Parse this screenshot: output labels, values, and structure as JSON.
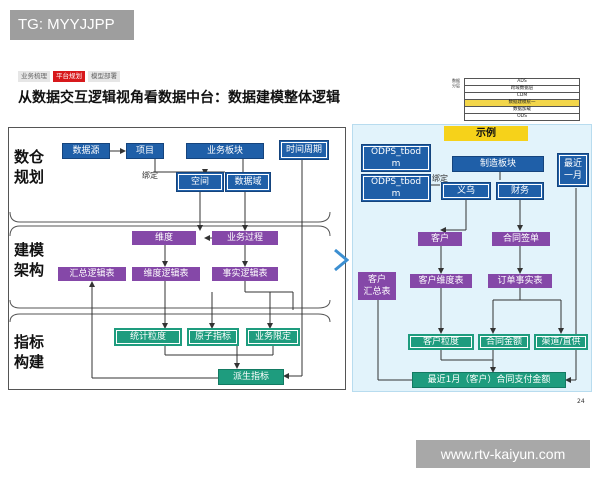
{
  "watermarks": {
    "top": "TG: MYYJJPP",
    "bottom": "www.rtv-kaiyun.com"
  },
  "breadcrumb": [
    "业务梳理",
    "平台规划",
    "模型部署"
  ],
  "title": "从数据交互逻辑视角看数据中台：数据建模整体逻辑",
  "mini_stack": {
    "side_label": "数据分层",
    "layers": [
      "ADS",
      "跨域数据层",
      "CDM",
      "数据建模统一",
      "数据加载",
      "ODS"
    ]
  },
  "left": {
    "sections": [
      "数仓\n规划",
      "建模\n架构",
      "指标\n构建"
    ],
    "bind_label": "绑定",
    "boxes": {
      "datasource": "数据源",
      "project": "项目",
      "biz_block": "业务板块",
      "time_period": "时间周期",
      "space": "空间",
      "data_domain": "数据域",
      "dimension": "维度",
      "biz_process": "业务过程",
      "summary_table": "汇总逻辑表",
      "dim_table": "维度逻辑表",
      "fact_table": "事实逻辑表",
      "granularity": "统计粒度",
      "atomic": "原子指标",
      "biz_limit": "业务限定",
      "derived": "派生指标"
    }
  },
  "right": {
    "header": "示例",
    "bind_label": "绑定",
    "boxes": {
      "odps1": "ODPS_tbod\nm",
      "odps2": "ODPS_tbod\nm",
      "manufacturing": "制造板块",
      "recent_month": "最近\n一月",
      "yiwu": "义乌",
      "finance": "财务",
      "customer": "客户",
      "contract_sign": "合同签单",
      "customer_summary": "客户\n汇总表",
      "customer_dim": "客户维度表",
      "order_fact": "订单事实表",
      "customer_granularity": "客户粒度",
      "contract_amount": "合同金额",
      "channel": "渠道/直供",
      "result": "最近1月（客户）合同支付金额"
    }
  },
  "page_number": "24"
}
